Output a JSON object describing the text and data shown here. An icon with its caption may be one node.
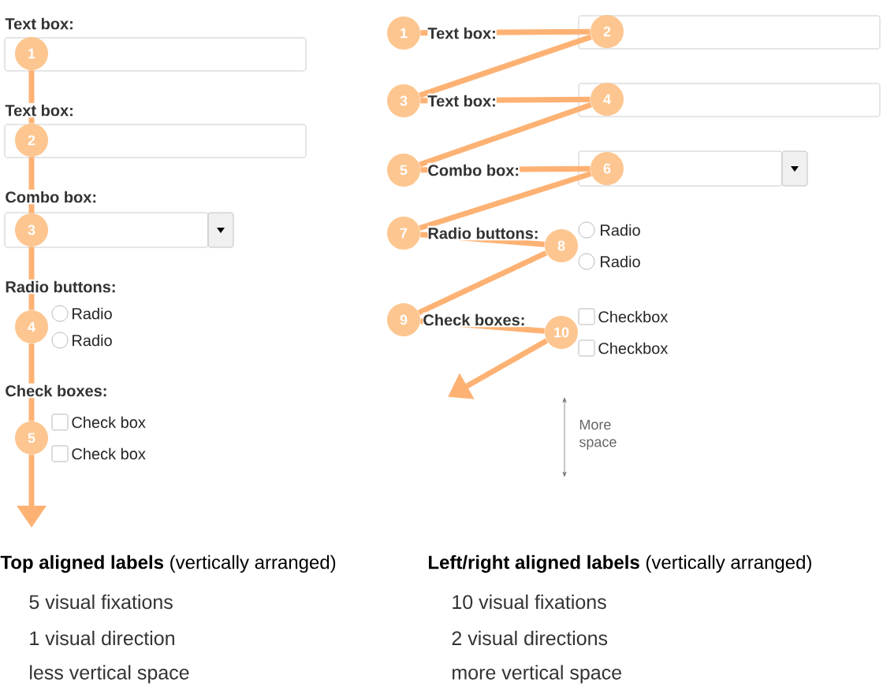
{
  "diagram": {
    "nodes": [
      {
        "text": [
          "1"
        ]
      },
      {
        "text": [
          "2"
        ]
      },
      {
        "text": [
          "3"
        ]
      },
      {
        "text": [
          "4"
        ]
      },
      {
        "text": [
          "5"
        ]
      },
      {
        "text": [
          "1"
        ]
      },
      {
        "text": [
          "2"
        ]
      },
      {
        "text": [
          "3"
        ]
      },
      {
        "text": [
          "4"
        ]
      },
      {
        "text": [
          "5"
        ]
      },
      {
        "text": [
          "6"
        ]
      },
      {
        "text": [
          "7"
        ]
      },
      {
        "text": [
          "8"
        ]
      },
      {
        "text": [
          "9"
        ]
      },
      {
        "text": [
          "10"
        ]
      }
    ],
    "edges": [
      {
        "from": 0,
        "to": 1,
        "arrow": "none"
      },
      {
        "from": 1,
        "to": 2,
        "arrow": "none"
      },
      {
        "from": 2,
        "to": 3,
        "arrow": "none"
      },
      {
        "from": 3,
        "to": 4,
        "arrow": "none"
      },
      {
        "from": 4,
        "to": null,
        "arrow": "to"
      },
      {
        "from": 5,
        "to": 6,
        "arrow": "none"
      },
      {
        "from": 6,
        "to": 7,
        "arrow": "none"
      },
      {
        "from": 7,
        "to": 8,
        "arrow": "none"
      },
      {
        "from": 8,
        "to": 9,
        "arrow": "none"
      },
      {
        "from": 9,
        "to": 10,
        "arrow": "none"
      },
      {
        "from": 10,
        "to": 11,
        "arrow": "none"
      },
      {
        "from": 11,
        "to": 12,
        "arrow": "none"
      },
      {
        "from": 12,
        "to": 13,
        "arrow": "none"
      },
      {
        "from": 13,
        "to": 14,
        "arrow": "none"
      },
      {
        "from": 14,
        "to": null,
        "arrow": "to"
      }
    ],
    "labels": [
      "Text box:",
      "Text box:",
      "Combo box:",
      "Radio buttons:",
      "Radio",
      "Radio",
      "Check boxes:",
      "Check box",
      "Check box",
      "Text box:",
      "Text box:",
      "Combo box:",
      "Radio buttons:",
      "Radio",
      "Radio",
      "Check boxes:",
      "Checkbox",
      "Checkbox",
      "More space",
      "**Top aligned labels** (vertically arranged)",
      "5 visual fixations",
      "1 visual direction",
      "less vertical space",
      "**Left/right aligned labels** (vertically arranged)",
      "10 visual fixations",
      "2 visual directions",
      "more vertical space"
    ]
  }
}
